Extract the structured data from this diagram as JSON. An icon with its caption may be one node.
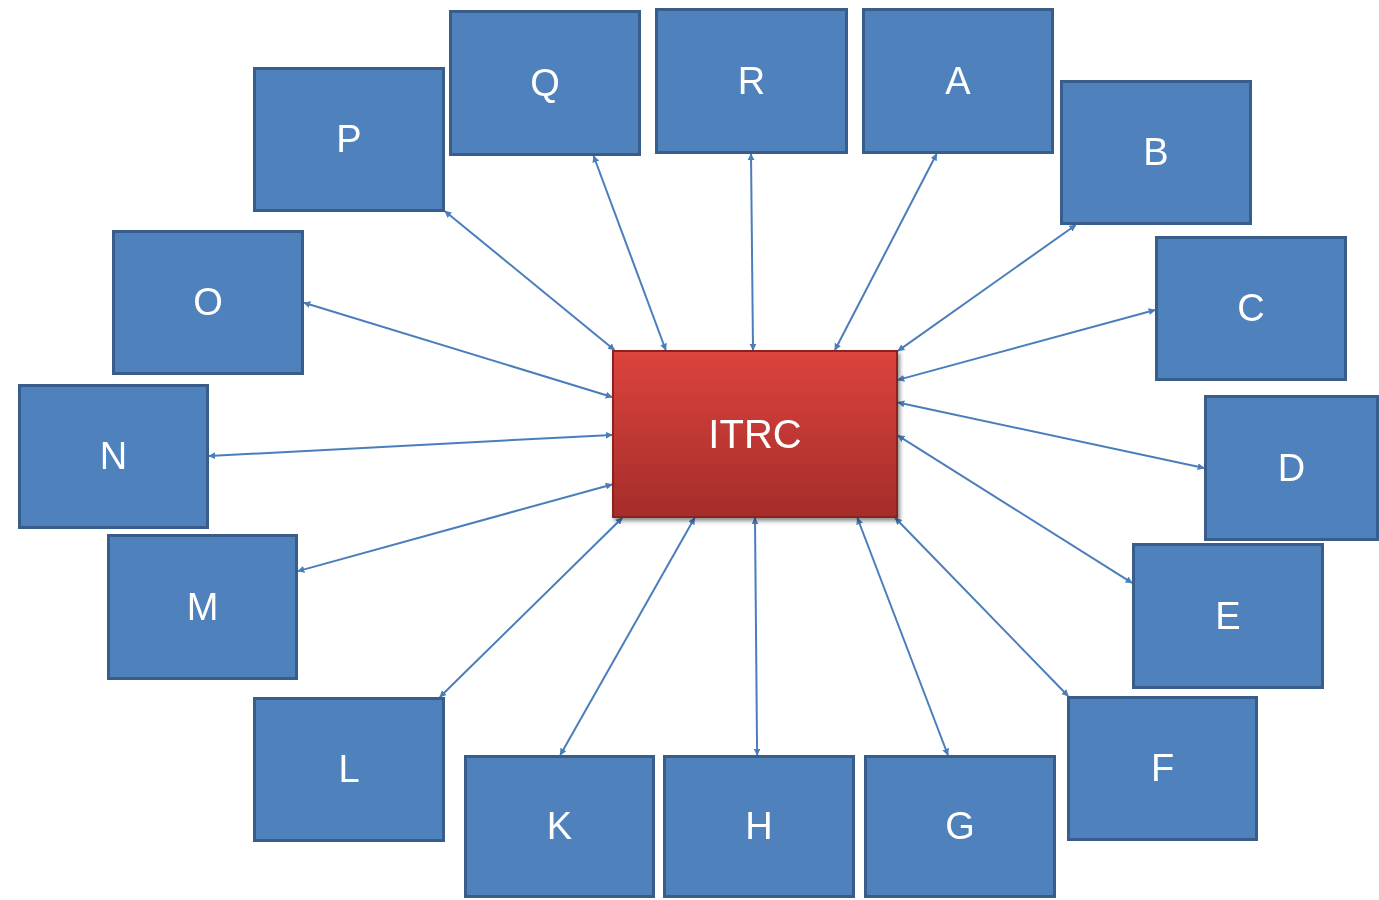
{
  "diagram": {
    "nodes": [
      {
        "text": [
          "ITRC"
        ]
      },
      {
        "text": [
          "A"
        ]
      },
      {
        "text": [
          "B"
        ]
      },
      {
        "text": [
          "C"
        ]
      },
      {
        "text": [
          "D"
        ]
      },
      {
        "text": [
          "E"
        ]
      },
      {
        "text": [
          "F"
        ]
      },
      {
        "text": [
          "G"
        ]
      },
      {
        "text": [
          "H"
        ]
      },
      {
        "text": [
          "K"
        ]
      },
      {
        "text": [
          "L"
        ]
      },
      {
        "text": [
          "M"
        ]
      },
      {
        "text": [
          "N"
        ]
      },
      {
        "text": [
          "O"
        ]
      },
      {
        "text": [
          "P"
        ]
      },
      {
        "text": [
          "Q"
        ]
      },
      {
        "text": [
          "R"
        ]
      }
    ],
    "edges": [
      {
        "from": 0,
        "to": 1,
        "arrow": "both"
      },
      {
        "from": 0,
        "to": 2,
        "arrow": "both"
      },
      {
        "from": 0,
        "to": 3,
        "arrow": "both"
      },
      {
        "from": 0,
        "to": 4,
        "arrow": "both"
      },
      {
        "from": 0,
        "to": 5,
        "arrow": "both"
      },
      {
        "from": 0,
        "to": 6,
        "arrow": "both"
      },
      {
        "from": 0,
        "to": 7,
        "arrow": "both"
      },
      {
        "from": 0,
        "to": 8,
        "arrow": "both"
      },
      {
        "from": 0,
        "to": 9,
        "arrow": "both"
      },
      {
        "from": 0,
        "to": 10,
        "arrow": "both"
      },
      {
        "from": 0,
        "to": 11,
        "arrow": "both"
      },
      {
        "from": 0,
        "to": 12,
        "arrow": "both"
      },
      {
        "from": 0,
        "to": 13,
        "arrow": "both"
      },
      {
        "from": 0,
        "to": 14,
        "arrow": "both"
      },
      {
        "from": 0,
        "to": 15,
        "arrow": "both"
      },
      {
        "from": 0,
        "to": 16,
        "arrow": "both"
      }
    ]
  }
}
